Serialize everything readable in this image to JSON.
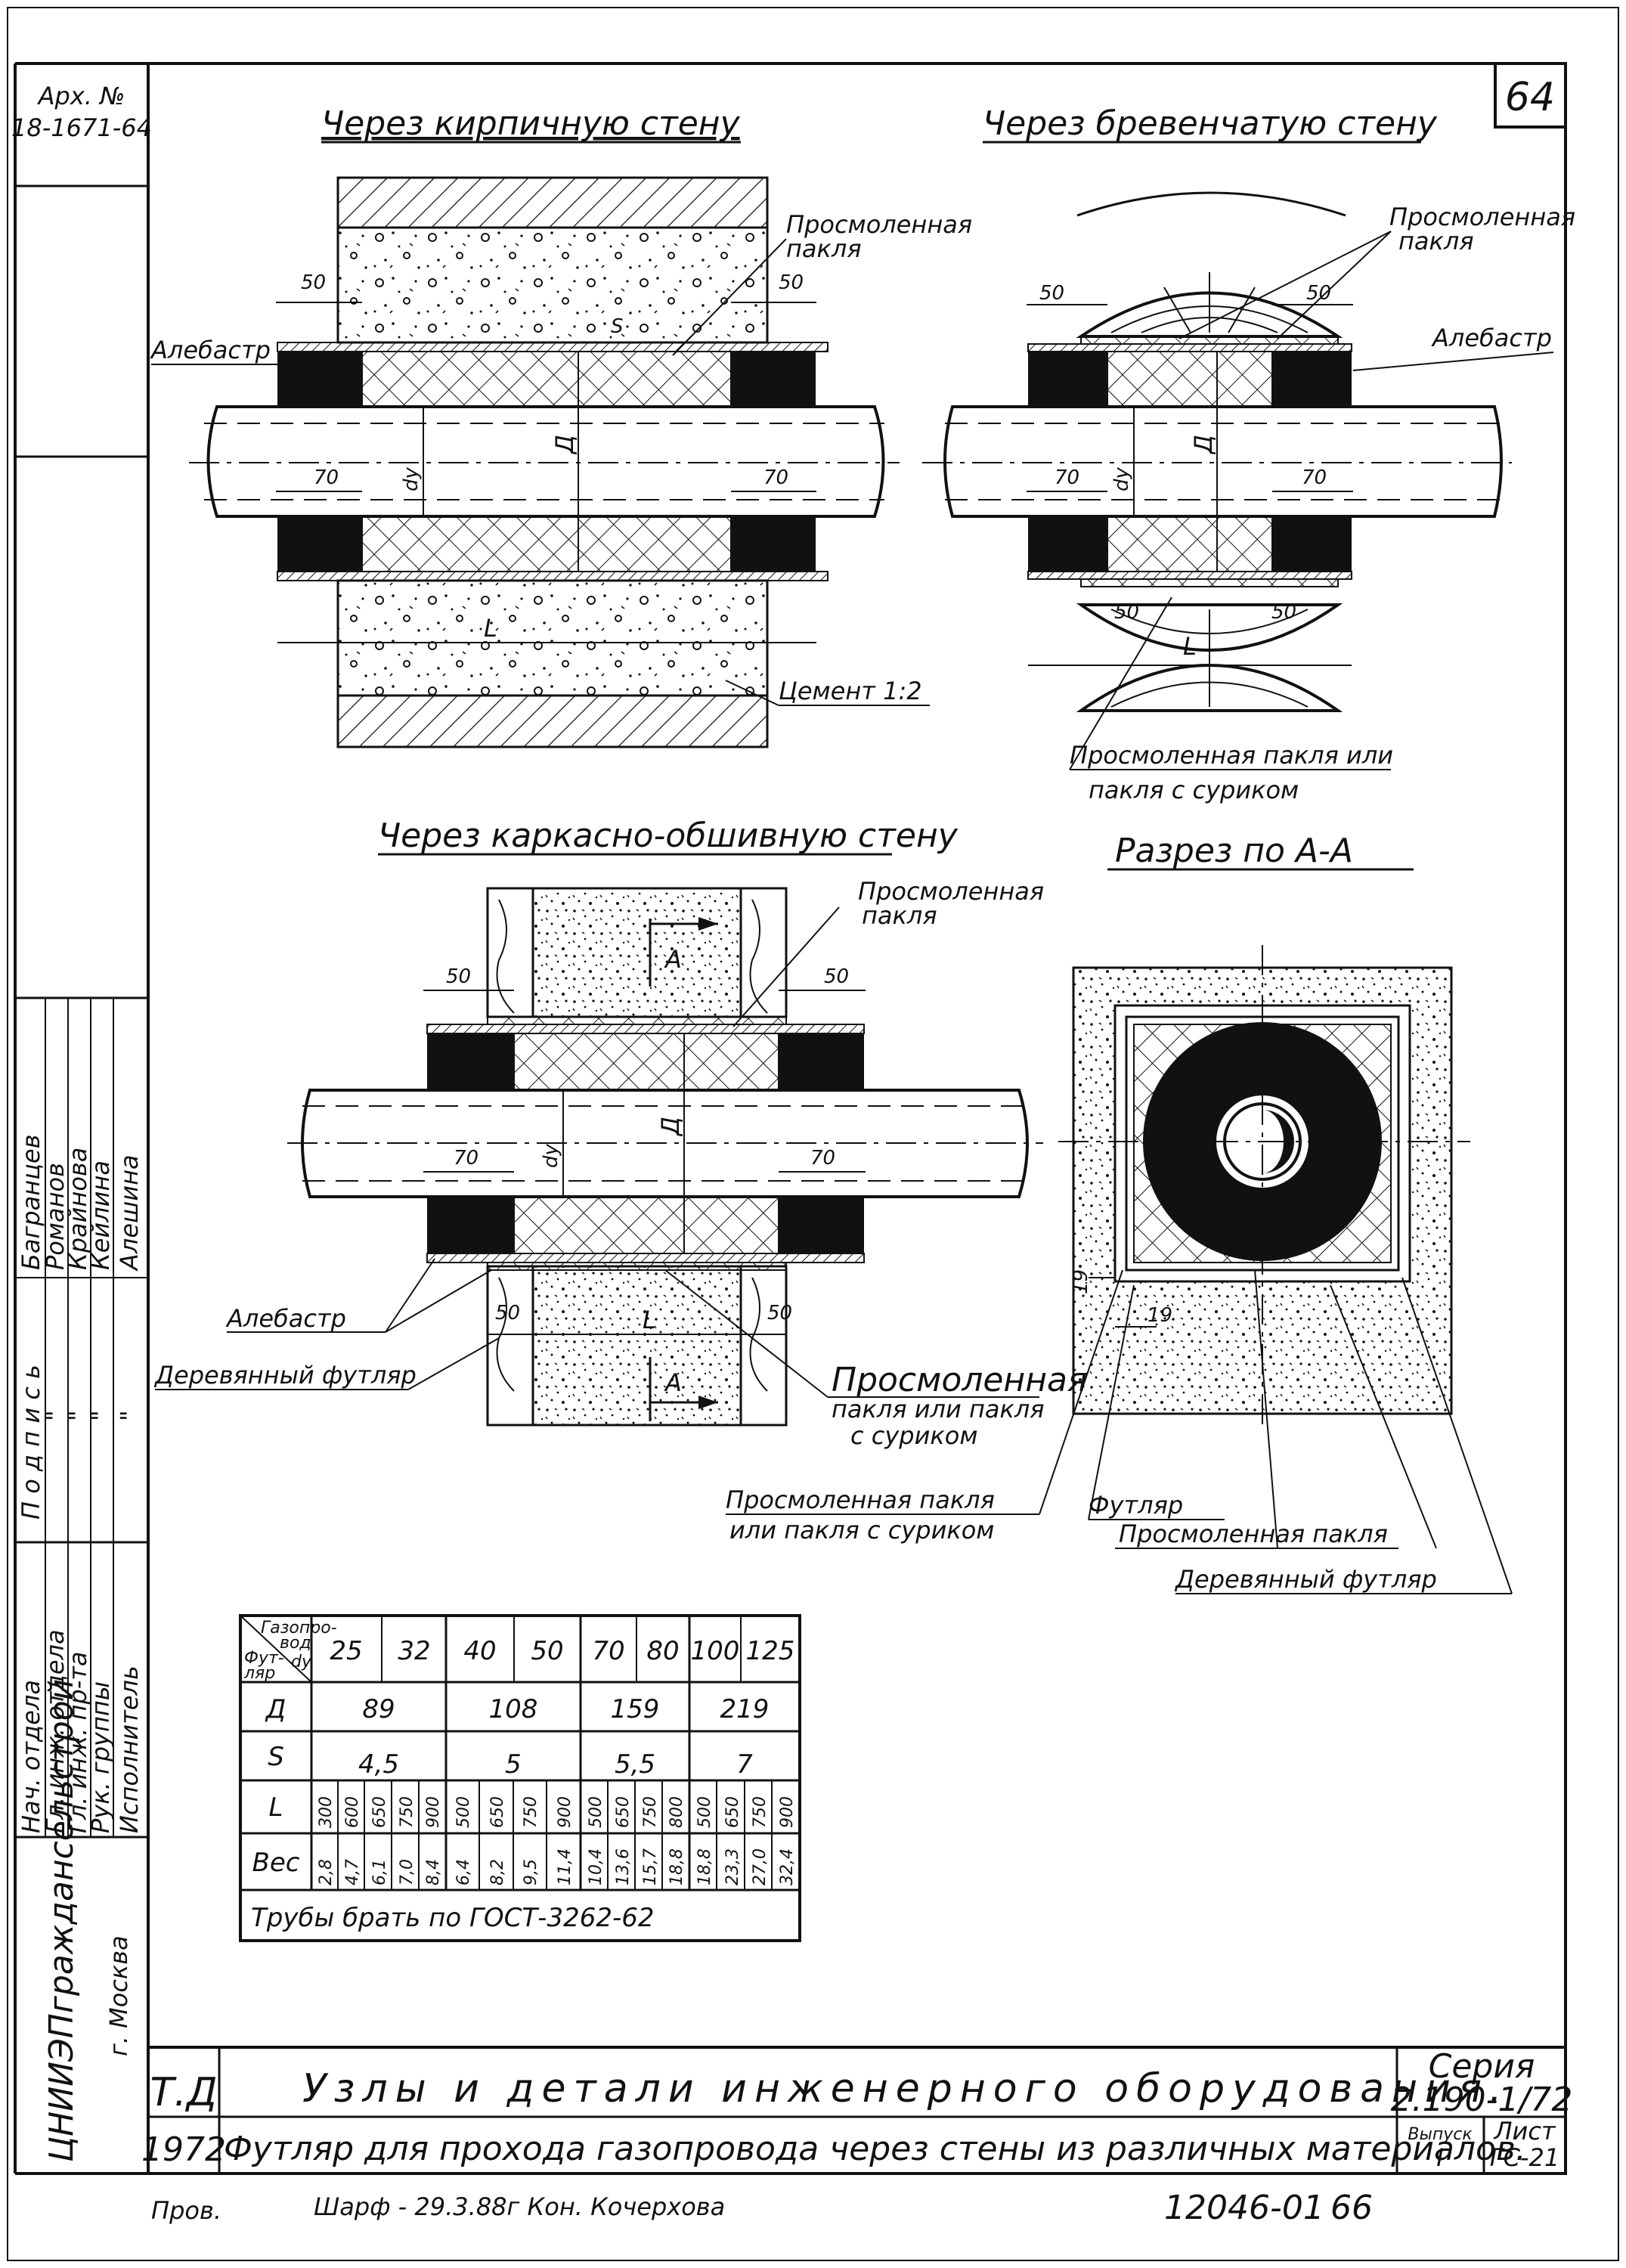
{
  "sheet_number": "64",
  "archive": {
    "label": "Арх. №",
    "number": "18-1671-64"
  },
  "views": {
    "brick": {
      "title": "Через кирпичную стену",
      "labels": {
        "tarred_tow": "Просмоленная пакля",
        "alabaster": "Алебастр",
        "cement": "Цемент 1:2"
      },
      "dims": {
        "gap": "50",
        "sleeve_end": "70",
        "wall": "S",
        "diameter": "Д",
        "bore": "dy",
        "length": "L"
      }
    },
    "log": {
      "title": "Через бревенчатую стену",
      "labels": {
        "tarred_tow": "Просмоленная пакля",
        "alabaster": "Алебастр",
        "tow_or_minium_1": "Просмоленная пакля или",
        "tow_or_minium_2": "пакля с суриком"
      },
      "dims": {
        "gap": "50",
        "sleeve_end": "70",
        "diameter": "Д",
        "bore": "dy",
        "length": "L"
      }
    },
    "frame": {
      "title": "Через каркасно-обшивную стену",
      "labels": {
        "tarred_tow": "Просмоленная пакля",
        "alabaster": "Алебастр",
        "wood_sleeve": "Деревянный футляр",
        "tow_or_minium_1": "Просмоленная",
        "tow_or_minium_2": "пакля или пакля",
        "tow_or_minium_3": "с суриком",
        "section_mark": "A"
      },
      "dims": {
        "gap": "50",
        "sleeve_end": "70",
        "diameter": "Д",
        "bore": "dy",
        "length": "L"
      }
    },
    "section": {
      "title": "Разрез по А-А",
      "labels": {
        "tow_or_minium_1": "Просмоленная пакля",
        "tow_or_minium_2": "или пакля с суриком",
        "sleeve": "Футляр",
        "tarred_tow": "Просмоленная пакля",
        "wood_sleeve": "Деревянный футляр"
      },
      "dims": {
        "offset": "19"
      }
    }
  },
  "table": {
    "header_corner": {
      "a": "Газопро-",
      "b": "вод",
      "c": "Фут-",
      "d": "ляр",
      "e": "dy"
    },
    "dy": [
      "25",
      "32",
      "40",
      "50",
      "70",
      "80",
      "100",
      "125"
    ],
    "D": {
      "label": "Д",
      "values": [
        "89",
        "108",
        "159",
        "219"
      ]
    },
    "S": {
      "label": "S",
      "values": [
        "4,5",
        "5",
        "5,5",
        "7"
      ]
    },
    "L": {
      "label": "L",
      "values": [
        "300",
        "600",
        "650",
        "750",
        "900",
        "500",
        "650",
        "750",
        "900",
        "500",
        "650",
        "750",
        "800",
        "500",
        "650",
        "750",
        "900"
      ]
    },
    "W": {
      "label": "Вес",
      "values": [
        "2,8",
        "4,7",
        "6,1",
        "7,0",
        "8,4",
        "6,4",
        "8,2",
        "9,5",
        "11,4",
        "10,4",
        "13,6",
        "15,7",
        "18,8",
        "18,8",
        "23,3",
        "27,0",
        "32,4"
      ]
    },
    "note": "Трубы брать по ГОСТ-3262-62"
  },
  "side_block": {
    "signers": [
      "Багранцев",
      "Романов",
      "Крайнова",
      "Кейлина",
      "Алешина"
    ],
    "signature_title": "П о д п и с ь",
    "ditto": "\"",
    "roles": [
      "Нач. отдела",
      "Гл. инж. отдела",
      "Гл. инж. пр-та",
      "Рук. группы",
      "Исполнитель"
    ],
    "org": "ЦНИИЭПграждансельстрой",
    "city": "г. Москва"
  },
  "title_block": {
    "code": "Т.Д",
    "year": "1972",
    "title": "Узлы и детали инженерного оборудования.",
    "subtitle": "Футляр для прохода газопровода через стены из различных материалов.",
    "series_label": "Серия",
    "series": "2.190-1/72",
    "issue_label": "Выпуск",
    "issue": "I",
    "sheet_label": "Лист",
    "sheet": "ГС-21"
  },
  "footer": {
    "check": "Пров.",
    "signature": "Шарф - 29.3.88г  Кон. Кочерхова",
    "number": "12046-01",
    "page": "66"
  }
}
